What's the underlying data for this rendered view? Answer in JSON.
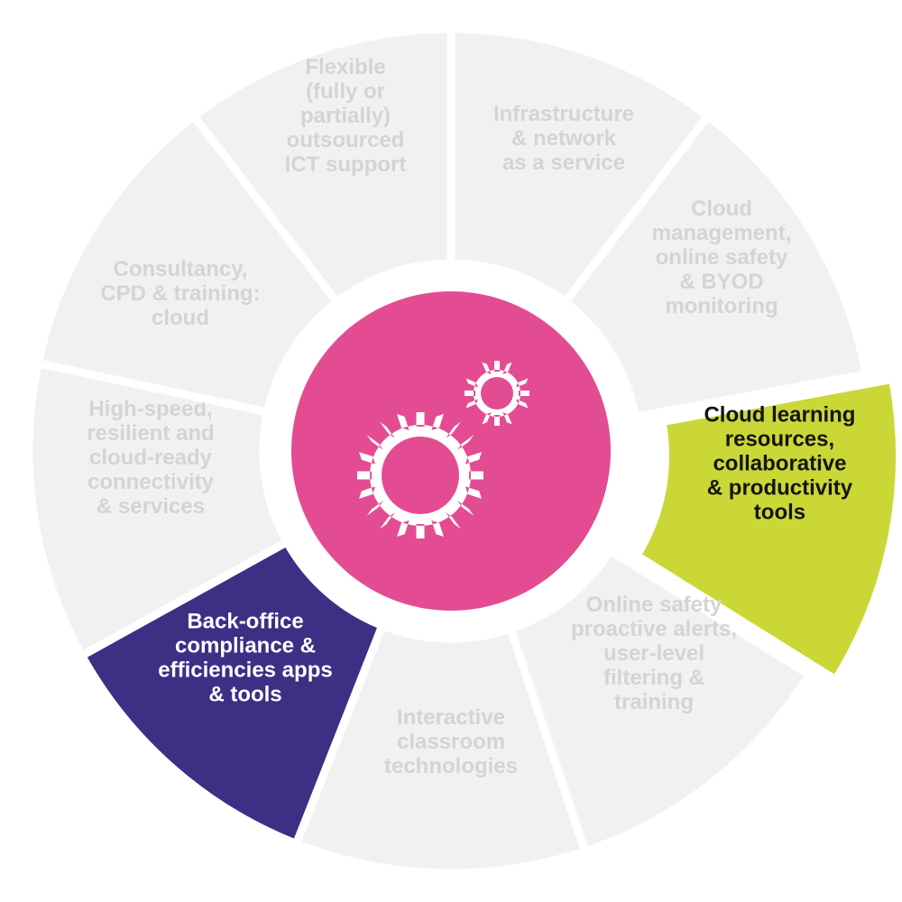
{
  "colors": {
    "segment_default": "#f1f1f1",
    "text_default": "#d4d4d4",
    "highlight_green": "#cbd736",
    "highlight_purple": "#3c2f84",
    "text_on_green": "#141414",
    "text_on_purple": "#ffffff",
    "center_circle": "#e34c92",
    "gear": "#ffffff",
    "separator": "#ffffff"
  },
  "center": {
    "icon": "gears-icon"
  },
  "segments": [
    {
      "id": "infrastructure",
      "lines": [
        "Infrastructure",
        "& network",
        "as a service"
      ],
      "state": "default"
    },
    {
      "id": "cloud-management",
      "lines": [
        "Cloud",
        "management,",
        "online safety",
        "& BYOD",
        "monitoring"
      ],
      "state": "default"
    },
    {
      "id": "cloud-learning",
      "lines": [
        "Cloud learning",
        "resources,",
        "collaborative",
        "& productivity",
        "tools"
      ],
      "state": "highlight_green"
    },
    {
      "id": "online-safety-alerts",
      "lines": [
        "Online safety",
        "proactive alerts,",
        "user-level",
        "filtering &",
        "training"
      ],
      "state": "default"
    },
    {
      "id": "interactive-classroom",
      "lines": [
        "Interactive",
        "classroom",
        "technologies"
      ],
      "state": "default"
    },
    {
      "id": "back-office",
      "lines": [
        "Back-office",
        "compliance &",
        "efficiencies apps",
        "& tools"
      ],
      "state": "highlight_purple"
    },
    {
      "id": "connectivity",
      "lines": [
        "High-speed,",
        "resilient and",
        "cloud-ready",
        "connectivity",
        "& services"
      ],
      "state": "default"
    },
    {
      "id": "consultancy",
      "lines": [
        "Consultancy,",
        "CPD & training:",
        "cloud"
      ],
      "state": "default"
    },
    {
      "id": "ict-support",
      "lines": [
        "Flexible",
        "(fully or",
        "partially)",
        "outsourced",
        "ICT support"
      ],
      "state": "default"
    }
  ]
}
